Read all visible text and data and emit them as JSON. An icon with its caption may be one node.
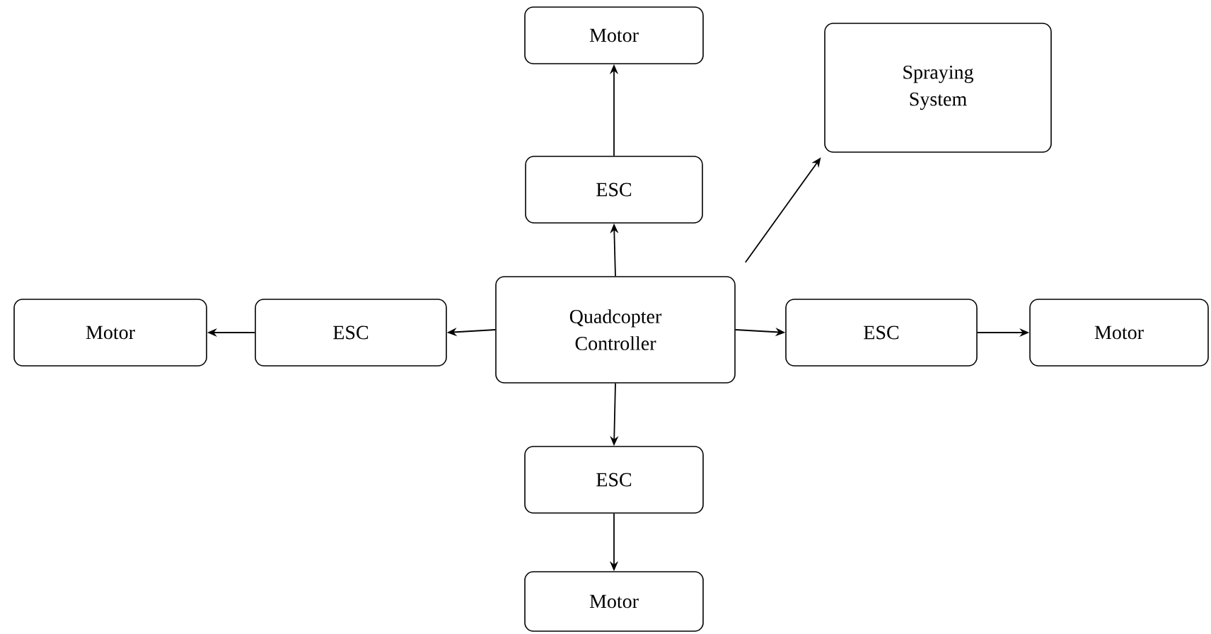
{
  "diagram": {
    "nodes": [
      {
        "text": [
          "Motor"
        ]
      },
      {
        "text": [
          "Spraying System"
        ]
      },
      {
        "text": [
          "ESC"
        ]
      },
      {
        "text": [
          "Motor"
        ]
      },
      {
        "text": [
          "ESC"
        ]
      },
      {
        "text": [
          "Quadcopter Controller"
        ]
      },
      {
        "text": [
          "ESC"
        ]
      },
      {
        "text": [
          "Motor"
        ]
      },
      {
        "text": [
          "ESC"
        ]
      },
      {
        "text": [
          "Motor"
        ]
      }
    ],
    "edges": [
      {
        "from": 2,
        "to": 0,
        "arrow": "to"
      },
      {
        "from": 5,
        "to": 1,
        "arrow": "to"
      },
      {
        "from": 5,
        "to": 2,
        "arrow": "to"
      },
      {
        "from": 4,
        "to": 3,
        "arrow": "to"
      },
      {
        "from": 5,
        "to": 4,
        "arrow": "to"
      },
      {
        "from": 5,
        "to": 6,
        "arrow": "to"
      },
      {
        "from": 6,
        "to": 7,
        "arrow": "to"
      },
      {
        "from": 5,
        "to": 8,
        "arrow": "to"
      },
      {
        "from": 8,
        "to": 9,
        "arrow": "to"
      }
    ]
  }
}
